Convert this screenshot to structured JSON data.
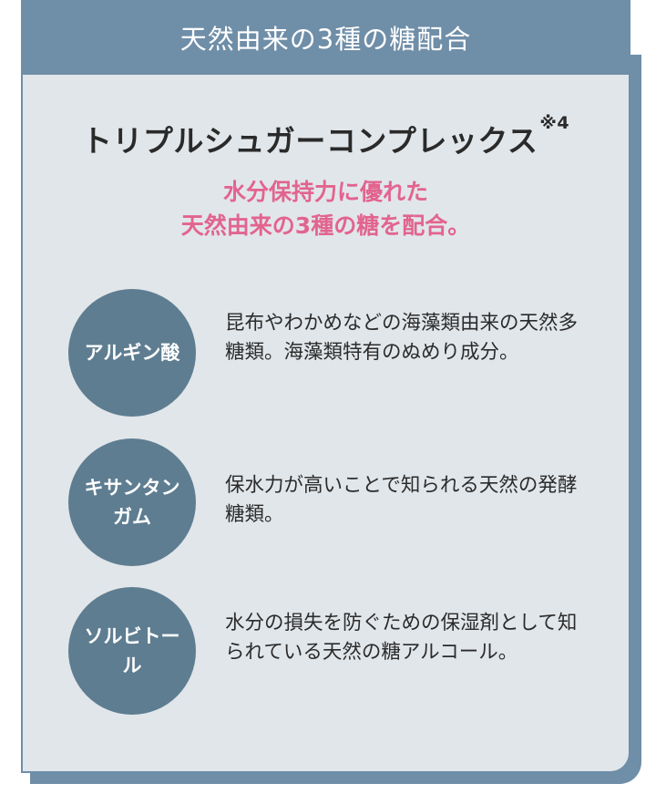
{
  "header": {
    "title": "天然由来の3種の糖配合"
  },
  "product": {
    "name": "トリプルシュガーコンプレックス",
    "note": "※4"
  },
  "tagline": {
    "line1": "水分保持力に優れた",
    "line2": "天然由来の3種の糖を配合。"
  },
  "ingredients": [
    {
      "name_line1": "アルギン酸",
      "name_line2": "",
      "description": "昆布やわかめなどの海藻類由来の天然多糖類。海藻類特有のぬめり成分。"
    },
    {
      "name_line1": "キサンタン",
      "name_line2": "ガム",
      "description": "保水力が高いことで知られる天然の発酵糖類。"
    },
    {
      "name_line1": "ソルビトー",
      "name_line2": "ル",
      "description": "水分の損失を防ぐための保湿剤として知られている天然の糖アルコール。"
    }
  ],
  "colors": {
    "header_bg": "#6f8ea8",
    "card_bg": "#e1e6ea",
    "circle_bg": "#5e7d91",
    "tagline": "#e2648e"
  }
}
